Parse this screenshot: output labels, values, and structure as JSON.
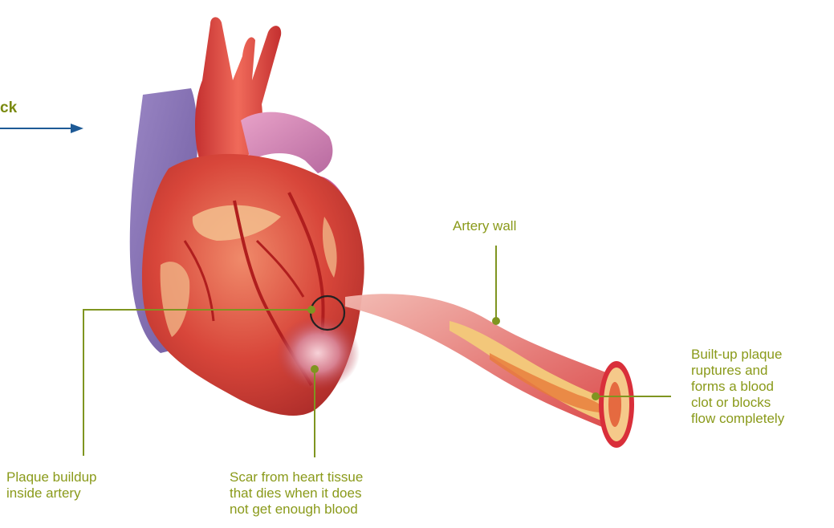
{
  "colors": {
    "label": "#8a9a1a",
    "leader": "#7f9520",
    "arrow": "#1e5a96",
    "heart_red": "#d8463a",
    "vein_purple": "#8b74b8"
  },
  "title_fragment": "ck",
  "labels": {
    "artery_wall": "Artery wall",
    "plaque_rupture": [
      "Built-up plaque",
      "ruptures and",
      "forms a blood",
      "clot or blocks",
      "flow completely"
    ],
    "plaque_buildup": [
      "Plaque buildup",
      "inside artery"
    ],
    "scar": [
      "Scar from heart tissue",
      "that dies when it does",
      "not get enough blood"
    ]
  }
}
